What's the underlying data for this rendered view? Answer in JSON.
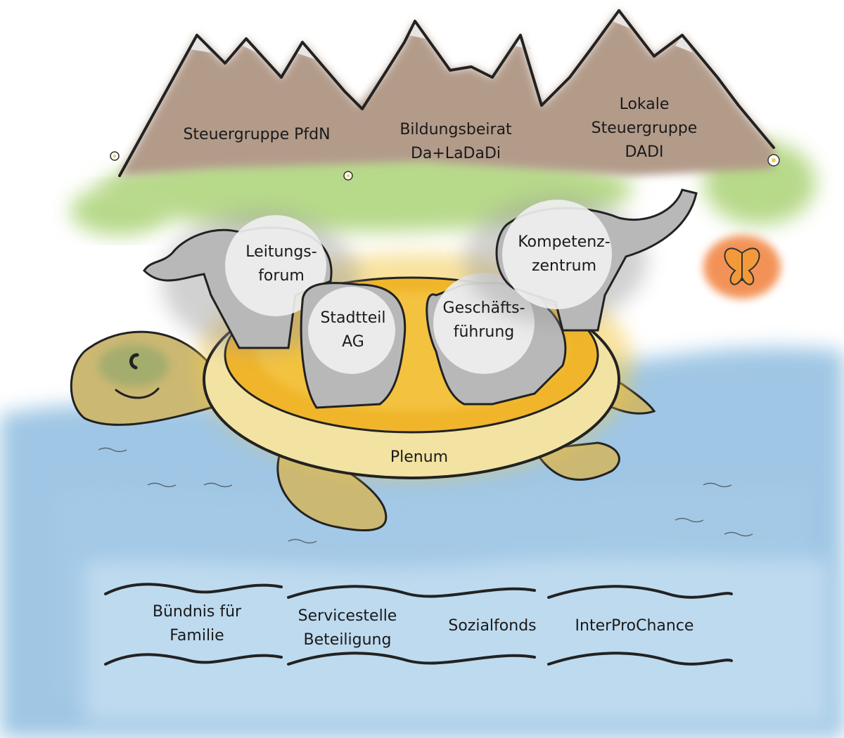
{
  "mountains": {
    "steuergruppe_pfdn": [
      "Steuergruppe PfdN"
    ],
    "bildungsbeirat": [
      "Bildungsbeirat",
      "Da+LaDaDi"
    ],
    "lokale_steuergruppe": [
      "Lokale",
      "Steuergruppe",
      "DADI"
    ]
  },
  "elephants": {
    "leitungsforum": [
      "Leitungs-",
      "forum"
    ],
    "stadtteil_ag": [
      "Stadtteil",
      "AG"
    ],
    "geschaeftsfuehrung": [
      "Geschäfts-",
      "führung"
    ],
    "kompetenzzentrum": [
      "Kompetenz-",
      "zentrum"
    ]
  },
  "turtle": {
    "plenum": "Plenum"
  },
  "water": {
    "buendnis": [
      "Bündnis für",
      "Familie"
    ],
    "servicestelle": [
      "Servicestelle",
      "Beteiligung"
    ],
    "sozialfonds": [
      "Sozialfonds"
    ],
    "interprochance": [
      "InterProChance"
    ]
  },
  "colors": {
    "mountain": "#b39b8a",
    "snow": "#e8e4e2",
    "grass": "#b7d98a",
    "water": "#8fbde0",
    "water_light": "#c8e0f2",
    "shell_outer": "#f2e3a3",
    "shell_inner": "#f0b52a",
    "turtle_skin": "#cbb873",
    "elephant": "#b8b8b8",
    "bubble": "#efefef",
    "butterfly": "#f0782f"
  },
  "icons": [
    "flower-icon",
    "butterfly-icon",
    "wave-line-icon"
  ]
}
